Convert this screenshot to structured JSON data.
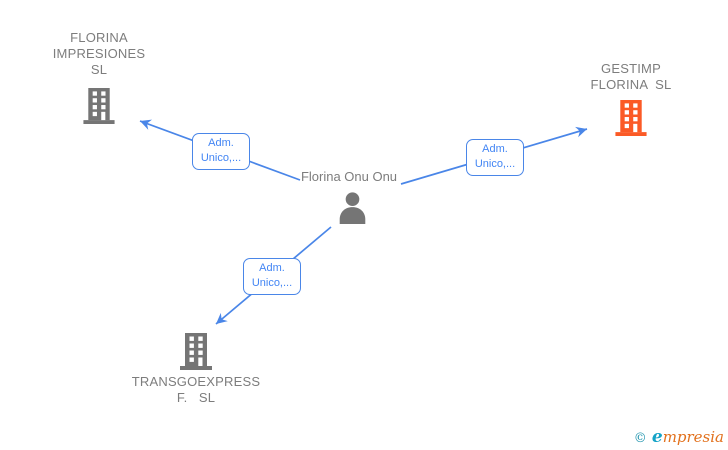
{
  "graph": {
    "person": {
      "name": "Florina Onu Onu"
    },
    "companies": {
      "florina_impresiones": {
        "line1": "FLORINA",
        "line2": "IMPRESIONES",
        "line3": "SL"
      },
      "gestimp_florina": {
        "line1": "GESTIMP",
        "line2": "FLORINA  SL"
      },
      "transgoexpress": {
        "line1": "TRANSGOEXPRESS",
        "line2": "F.   SL"
      }
    },
    "edge_labels": {
      "to_florina_impresiones": {
        "line1": "Adm.",
        "line2": "Unico,..."
      },
      "to_gestimp_florina": {
        "line1": "Adm.",
        "line2": "Unico,..."
      },
      "to_transgoexpress": {
        "line1": "Adm.",
        "line2": "Unico,..."
      }
    }
  },
  "colors": {
    "edge_blue": "#4a86e8",
    "node_gray": "#757575",
    "text_gray": "#7d7d7d",
    "highlight_orange": "#fb5a26"
  },
  "footer": {
    "copyright": "©",
    "brand_first_letter": "e",
    "brand_rest": "mpresia"
  }
}
